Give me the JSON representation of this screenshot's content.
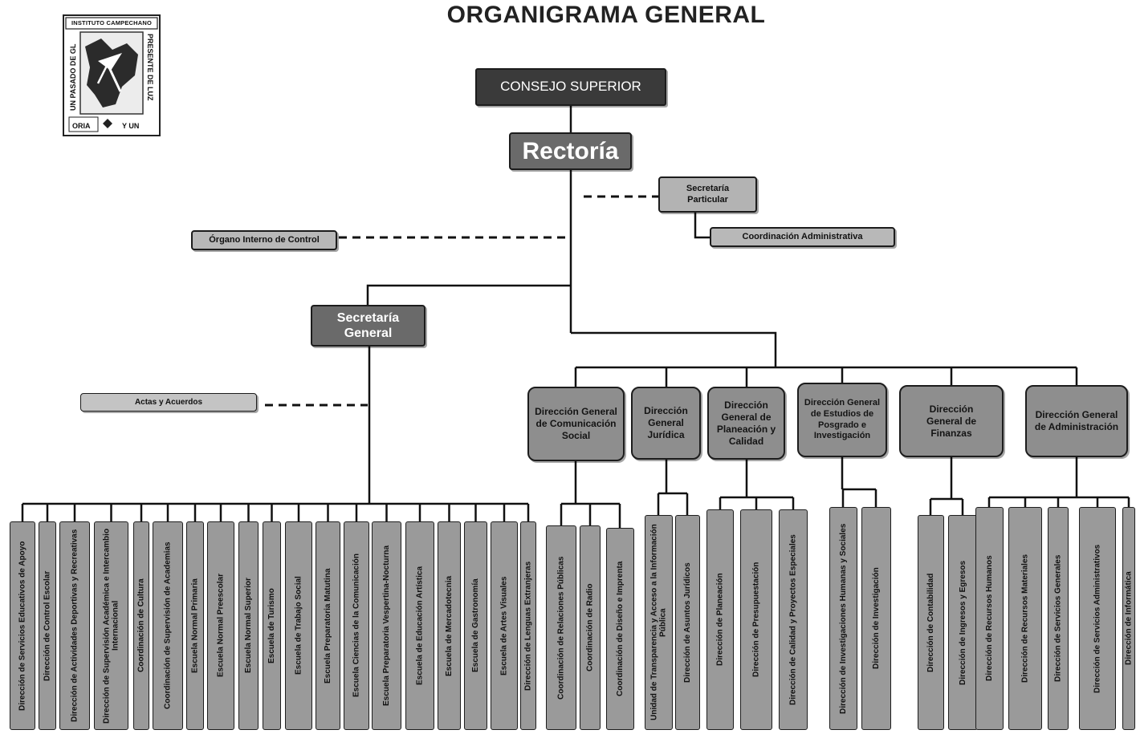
{
  "title": "ORGANIGRAMA GENERAL",
  "logo": {
    "banner": "INSTITUTO CAMPECHANO",
    "motto": "UN PASADO DE GLORIA Y UN PRESENTE DE LUZ"
  },
  "top": {
    "consejo_superior": "CONSEJO SUPERIOR",
    "rectoria": "Rectoría",
    "secretaria_particular": "Secretaría Particular",
    "coordinacion_administrativa": "Coordinación Administrativa",
    "organo_interno_control": "Órgano Interno de Control",
    "secretaria_general": "Secretaría General",
    "actas_acuerdos": "Actas y Acuerdos"
  },
  "secretaria_general_units": [
    "Dirección de Servicios Educativos de Apoyo",
    "Dirección de Control Escolar",
    "Dirección de Actividades Deportivas y Recreativas",
    "Dirección de Supervisión Académica e Intercambio Internacional",
    "Coordinación de Cultura",
    "Coordinación de Supervisión de Academias",
    "Escuela Normal Primaria",
    "Escuela Normal Preescolar",
    "Escuela Normal Superior",
    "Escuela de Turismo",
    "Escuela de Trabajo Social",
    "Escuela Preparatoria Matutina",
    "Escuela Ciencias de la Comunicación",
    "Escuela Preparatoria Vespertina-Nocturna",
    "Escuela de Educación Artística",
    "Escuela de Mercadotecnia",
    "Escuela de Gastronomía",
    "Escuela de Artes Visuales",
    "Dirección de Lenguas Extranjeras"
  ],
  "direcciones": [
    {
      "label": "Dirección General de Comunicación Social",
      "units": [
        "Coordinación de Relaciones Públicas",
        "Coordinación de Radio",
        "Coordinación de Diseño e Imprenta"
      ]
    },
    {
      "label": "Dirección General Jurídica",
      "units": [
        "Unidad de Transparencia y Acceso a la Información Pública",
        "Dirección de Asuntos Jurídicos"
      ]
    },
    {
      "label": "Dirección General de Planeación y Calidad",
      "units": [
        "Dirección de Planeación",
        "Dirección de Presupuestación",
        "Dirección de Calidad y Proyectos Especiales"
      ]
    },
    {
      "label": "Dirección General de Estudios de Posgrado e Investigación",
      "units": [
        "Dirección de Investigaciones Humanas y Sociales",
        "Dirección de Investigación"
      ]
    },
    {
      "label": "Dirección General de Finanzas",
      "units": [
        "Dirección de Contabilidad",
        "Dirección de Ingresos y Egresos"
      ]
    },
    {
      "label": "Dirección General de Administración",
      "units": [
        "Dirección de Recursos Humanos",
        "Dirección de Recursos Materiales",
        "Dirección de Servicios Generales",
        "Dirección de Servicios Administrativos",
        "Dirección de Informática"
      ]
    }
  ],
  "colors": {
    "consejo": "#3a3a3a",
    "rectoria": "#6a6a6a",
    "direccion": "#8e8e8e",
    "unit": "#9a9a9a",
    "light_box": "#b8b8b8",
    "lines": "#111111"
  }
}
